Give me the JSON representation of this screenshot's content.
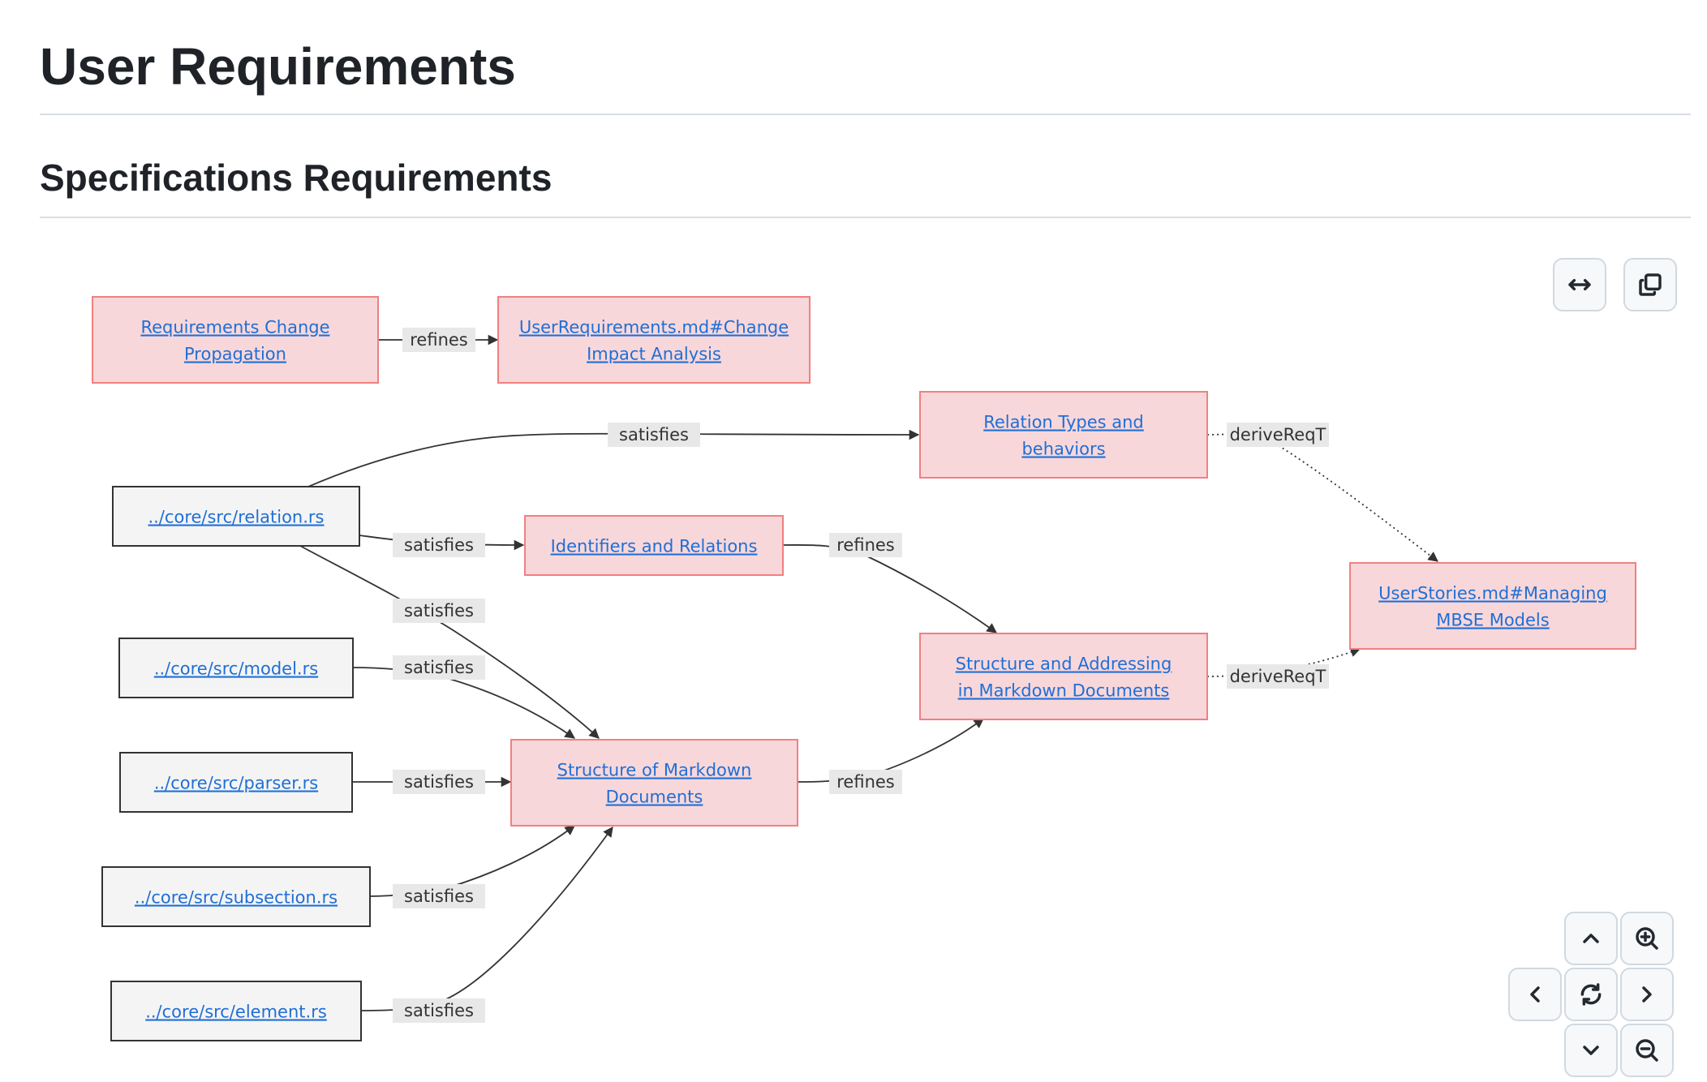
{
  "page": {
    "title": "User Requirements",
    "section_title": "Specifications Requirements"
  },
  "diagram": {
    "nodes": [
      {
        "id": "n1",
        "kind": "requirement",
        "lines": [
          "Requirements Change ",
          "Propagation"
        ]
      },
      {
        "id": "n2",
        "kind": "requirement",
        "lines": [
          "UserRequirements.md#Change ",
          "Impact Analysis"
        ]
      },
      {
        "id": "n3",
        "kind": "requirement",
        "lines": [
          "Relation Types and ",
          "behaviors"
        ]
      },
      {
        "id": "n4",
        "kind": "file",
        "lines": [
          "../core/src/relation.rs"
        ]
      },
      {
        "id": "n5",
        "kind": "requirement",
        "lines": [
          "Identifiers and Relations"
        ]
      },
      {
        "id": "n6",
        "kind": "requirement",
        "lines": [
          "UserStories.md#Managing ",
          "MBSE Models"
        ]
      },
      {
        "id": "n7",
        "kind": "requirement",
        "lines": [
          "Structure and Addressing ",
          "in Markdown Documents"
        ]
      },
      {
        "id": "n8",
        "kind": "file",
        "lines": [
          "../core/src/model.rs"
        ]
      },
      {
        "id": "n9",
        "kind": "file",
        "lines": [
          "../core/src/parser.rs"
        ]
      },
      {
        "id": "n10",
        "kind": "requirement",
        "lines": [
          "Structure of Markdown ",
          "Documents"
        ]
      },
      {
        "id": "n11",
        "kind": "file",
        "lines": [
          "../core/src/subsection.rs"
        ]
      },
      {
        "id": "n12",
        "kind": "file",
        "lines": [
          "../core/src/element.rs"
        ]
      }
    ],
    "edges": [
      {
        "from": "n1",
        "to": "n2",
        "label": "refines",
        "style": "solid"
      },
      {
        "from": "n4",
        "to": "n3",
        "label": "satisfies",
        "style": "solid"
      },
      {
        "from": "n3",
        "to": "n6",
        "label": "deriveReqT",
        "style": "dotted"
      },
      {
        "from": "n4",
        "to": "n5",
        "label": "satisfies",
        "style": "solid"
      },
      {
        "from": "n5",
        "to": "n7",
        "label": "refines",
        "style": "solid"
      },
      {
        "from": "n4",
        "to": "n10",
        "label": "satisfies",
        "style": "solid"
      },
      {
        "from": "n8",
        "to": "n10",
        "label": "satisfies",
        "style": "solid"
      },
      {
        "from": "n7",
        "to": "n6",
        "label": "deriveReqT",
        "style": "dotted"
      },
      {
        "from": "n9",
        "to": "n10",
        "label": "satisfies",
        "style": "solid"
      },
      {
        "from": "n10",
        "to": "n7",
        "label": "refines",
        "style": "solid"
      },
      {
        "from": "n11",
        "to": "n10",
        "label": "satisfies",
        "style": "solid"
      },
      {
        "from": "n12",
        "to": "n10",
        "label": "satisfies",
        "style": "solid"
      }
    ]
  },
  "controls": {
    "top": [
      {
        "name": "fit-width-button",
        "icon": "horizontal-arrows-icon"
      },
      {
        "name": "copy-button",
        "icon": "copy-icon"
      }
    ],
    "pan_zoom": [
      {
        "name": "pan-up-button",
        "icon": "chevron-up-icon"
      },
      {
        "name": "zoom-in-button",
        "icon": "zoom-in-icon"
      },
      {
        "name": "pan-left-button",
        "icon": "chevron-left-icon"
      },
      {
        "name": "reset-view-button",
        "icon": "refresh-icon"
      },
      {
        "name": "pan-right-button",
        "icon": "chevron-right-icon"
      },
      {
        "name": "pan-down-button",
        "icon": "chevron-down-icon"
      },
      {
        "name": "zoom-out-button",
        "icon": "zoom-out-icon"
      }
    ]
  }
}
